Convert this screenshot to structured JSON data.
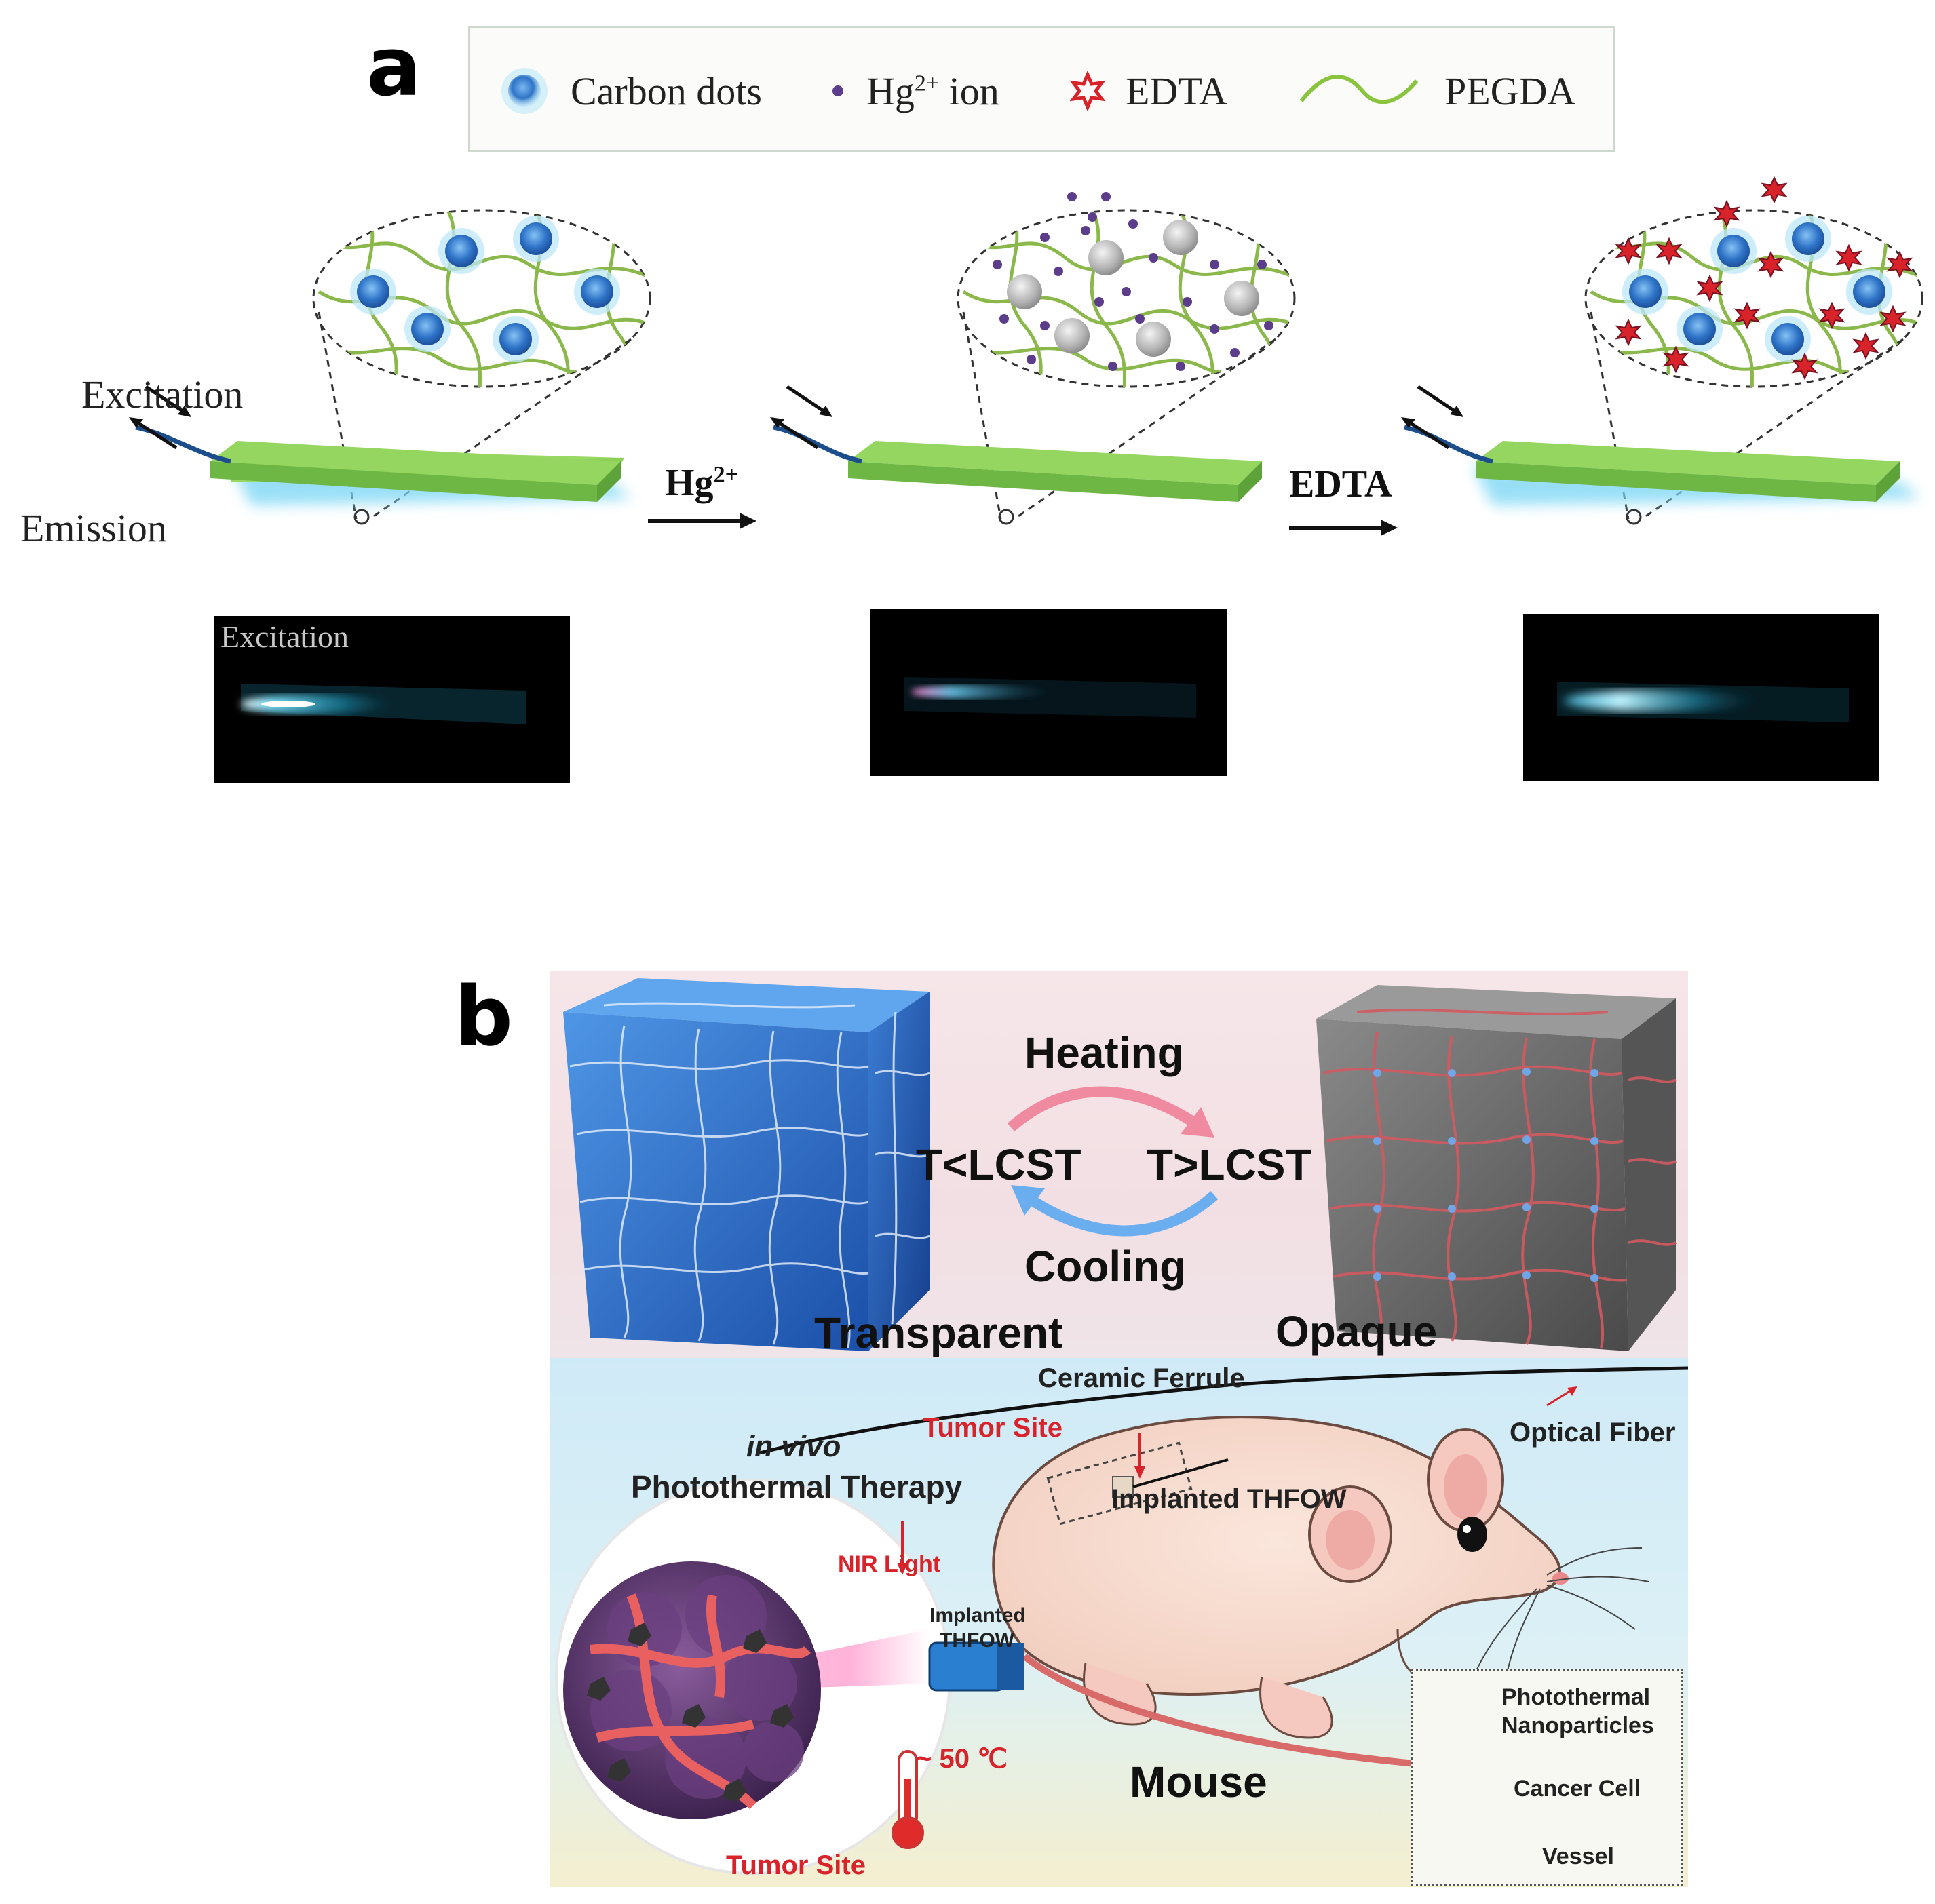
{
  "panel_a": {
    "letter": "a",
    "legend": {
      "carbon_dots": "Carbon dots",
      "hg_ion_base": "Hg",
      "hg_ion_sup": "2+",
      "hg_ion_suffix": " ion",
      "edta": "EDTA",
      "pegda": "PEGDA"
    },
    "excitation_label": "Excitation",
    "emission_label": "Emission",
    "step1_base": "Hg",
    "step1_sup": "2+",
    "step2": "EDTA",
    "photo_label": "Excitation",
    "colors": {
      "slab": "#7ec850",
      "glow": "#7fd8f5",
      "fiber": "#1d4e8c",
      "network": "#8ab84a",
      "dot": "#2f74c8",
      "star": "#d8232a",
      "ion": "#5b3d8c"
    }
  },
  "panel_b": {
    "letter": "b",
    "heating": "Heating",
    "cooling": "Cooling",
    "t_low": "T<LCST",
    "t_high": "T>LCST",
    "transparent": "Transparent",
    "opaque": "Opaque",
    "ceramic_ferrule": "Ceramic Ferrule",
    "tumor_site_top": "Tumor Site",
    "optical_fiber": "Optical Fiber",
    "implanted_thfow": "Implanted THFOW",
    "in_vivo": "in vivo",
    "photothermal_therapy": "Photothermal Therapy",
    "nir_light": "NIR Light",
    "implanted": "Implanted",
    "thfow": "THFOW",
    "temperature": "~ 50 ℃",
    "tumor_site_bottom": "Tumor Site",
    "mouse": "Mouse",
    "legend": {
      "photothermal_1": "Photothermal",
      "photothermal_2": "Nanoparticles",
      "cancer_cell": "Cancer Cell",
      "vessel": "Vessel"
    }
  }
}
